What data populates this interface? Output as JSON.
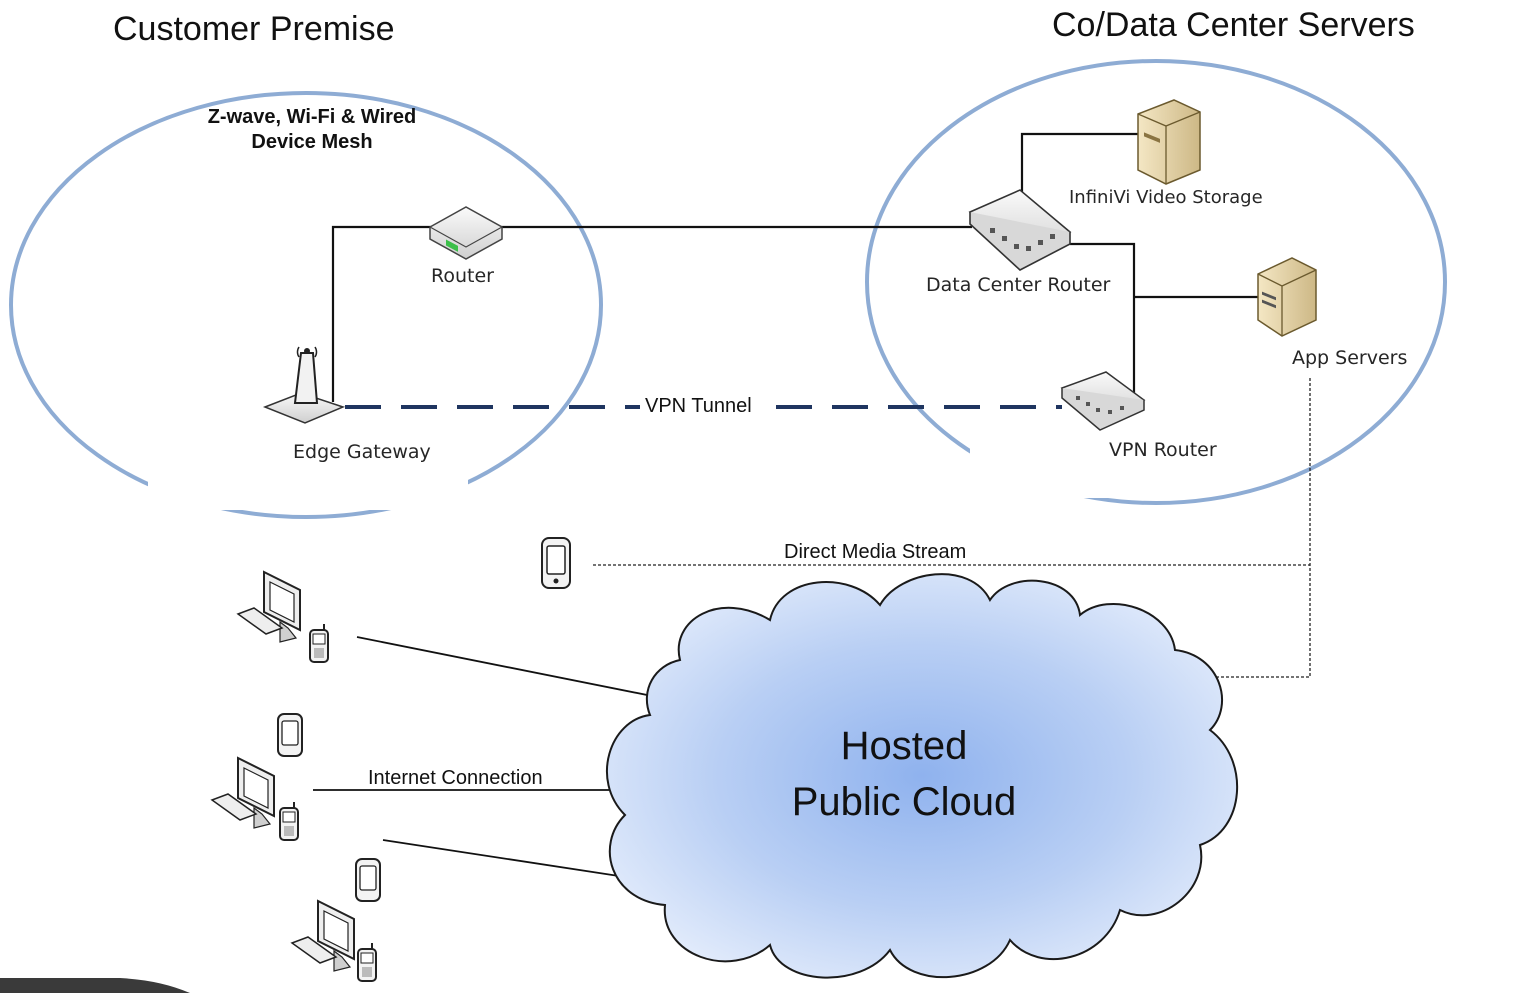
{
  "regions": {
    "customer": {
      "title": "Customer Premise",
      "mesh_line1": "Z-wave, Wi-Fi & Wired",
      "mesh_line2": "Device Mesh"
    },
    "datacenter": {
      "title": "Co/Data Center Servers"
    }
  },
  "nodes": {
    "router": "Router",
    "edge_gateway": "Edge Gateway",
    "data_center_router": "Data Center Router",
    "video_storage": "InfiniVi Video Storage",
    "app_servers": "App Servers",
    "vpn_router": "VPN Router"
  },
  "links": {
    "vpn_tunnel": "VPN Tunnel",
    "direct_media_stream": "Direct Media Stream",
    "internet_connection": "Internet Connection"
  },
  "cloud": {
    "line1": "Hosted",
    "line2": "Public Cloud"
  },
  "colors": {
    "ellipse_stroke": "#8eacd4",
    "vpn_tunnel": "#1f3560",
    "cloud_center": "#8fb2ee",
    "cloud_edge": "#e6eefc",
    "cloud_stroke": "#1a1a1a"
  },
  "icons": [
    "router-icon",
    "wifi-gateway-icon",
    "network-switch-icon",
    "server-tower-icon",
    "desktop-computer-icon",
    "mobile-phone-icon",
    "cloud-icon"
  ]
}
